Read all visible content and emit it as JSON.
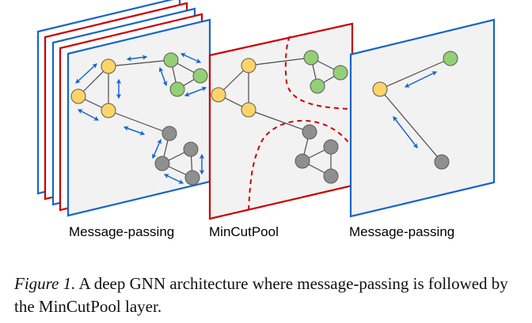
{
  "colors": {
    "mp_blue": "#1565c8",
    "pool_red": "#cc0000",
    "panel_fill": "#f2f2f2",
    "node_yellow": "#fdd467",
    "node_green": "#93cf74",
    "node_gray": "#8f8f8f",
    "node_stroke": "#5a5a5a",
    "edge": "#4a4a4a",
    "arrow": "#1565c8"
  },
  "labels": {
    "left": "Message-passing",
    "middle": "MinCutPool",
    "right": "Message-passing"
  },
  "caption": {
    "prefix": "Figure 1.",
    "text": " A deep GNN architecture where message-passing is followed by the MinCutPool layer."
  },
  "diagram": {
    "stack_layers": [
      "blue",
      "red",
      "blue",
      "red",
      "blue"
    ],
    "panels": [
      {
        "id": "message-passing-1",
        "border": "blue",
        "nodes": [
          {
            "id": "y1",
            "cluster": "yellow"
          },
          {
            "id": "y2",
            "cluster": "yellow"
          },
          {
            "id": "y3",
            "cluster": "yellow"
          },
          {
            "id": "g1",
            "cluster": "green"
          },
          {
            "id": "g2",
            "cluster": "green"
          },
          {
            "id": "g3",
            "cluster": "green"
          },
          {
            "id": "k1",
            "cluster": "gray"
          },
          {
            "id": "k2",
            "cluster": "gray"
          },
          {
            "id": "k3",
            "cluster": "gray"
          },
          {
            "id": "k4",
            "cluster": "gray"
          }
        ],
        "edges": [
          [
            "y1",
            "y2"
          ],
          [
            "y1",
            "y3"
          ],
          [
            "y2",
            "y3"
          ],
          [
            "y1",
            "g1"
          ],
          [
            "g1",
            "g2"
          ],
          [
            "g1",
            "g3"
          ],
          [
            "g2",
            "g3"
          ],
          [
            "y3",
            "k1"
          ],
          [
            "k1",
            "k2"
          ],
          [
            "k2",
            "k3"
          ],
          [
            "k2",
            "k4"
          ],
          [
            "k3",
            "k4"
          ]
        ],
        "message_arrows": 11
      },
      {
        "id": "mincutpool",
        "border": "red",
        "nodes": [
          {
            "id": "y1",
            "cluster": "yellow"
          },
          {
            "id": "y2",
            "cluster": "yellow"
          },
          {
            "id": "y3",
            "cluster": "yellow"
          },
          {
            "id": "g1",
            "cluster": "green"
          },
          {
            "id": "g2",
            "cluster": "green"
          },
          {
            "id": "g3",
            "cluster": "green"
          },
          {
            "id": "k1",
            "cluster": "gray"
          },
          {
            "id": "k2",
            "cluster": "gray"
          },
          {
            "id": "k3",
            "cluster": "gray"
          },
          {
            "id": "k4",
            "cluster": "gray"
          }
        ],
        "edges": [
          [
            "y1",
            "y2"
          ],
          [
            "y1",
            "y3"
          ],
          [
            "y2",
            "y3"
          ],
          [
            "y1",
            "g1"
          ],
          [
            "g1",
            "g2"
          ],
          [
            "g1",
            "g3"
          ],
          [
            "g2",
            "g3"
          ],
          [
            "y3",
            "k1"
          ],
          [
            "k1",
            "k2"
          ],
          [
            "k2",
            "k3"
          ],
          [
            "k2",
            "k4"
          ],
          [
            "k3",
            "k4"
          ]
        ],
        "cut_boundaries": 2
      },
      {
        "id": "message-passing-2",
        "border": "blue",
        "nodes": [
          {
            "id": "y",
            "cluster": "yellow"
          },
          {
            "id": "g",
            "cluster": "green"
          },
          {
            "id": "k",
            "cluster": "gray"
          }
        ],
        "edges": [
          [
            "y",
            "g"
          ],
          [
            "y",
            "k"
          ]
        ],
        "message_arrows": 2
      }
    ]
  }
}
